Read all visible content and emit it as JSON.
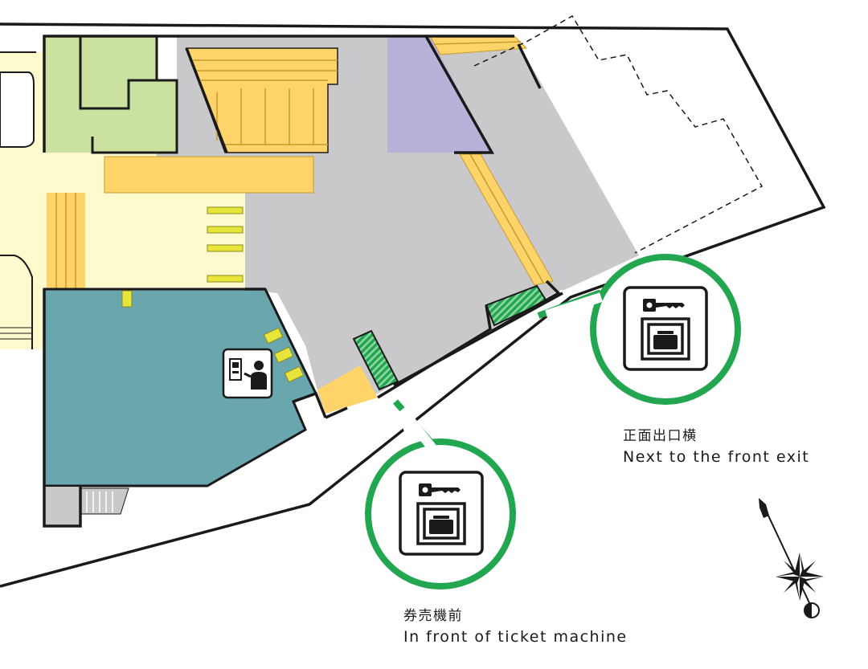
{
  "map": {
    "colors": {
      "concourse": "#c9c9cb",
      "passage": "#fdfacd",
      "stairs": "#fdd36a",
      "office": "#6aa6ae",
      "toilet": "#cbe1a0",
      "shop": "#b8b2d8",
      "gate": "#22a650",
      "tactile": "#e8e53a",
      "balloon": "#22a650",
      "wall": "#1a1a1a"
    },
    "icons": [
      "coin-locker-icon",
      "ticket-office-icon",
      "compass-rose-icon"
    ]
  },
  "locker_ticket_machine": {
    "label_jp": "券売機前",
    "label_en": "In front of ticket machine"
  },
  "locker_front_exit": {
    "label_jp": "正面出口横",
    "label_en": "Next to the front exit"
  }
}
